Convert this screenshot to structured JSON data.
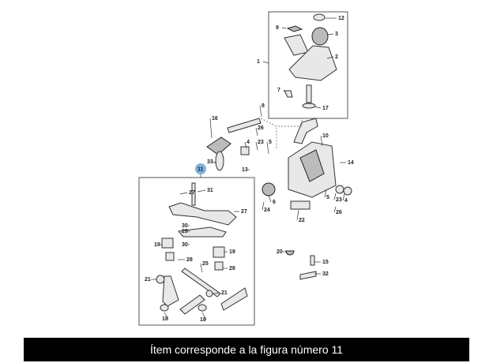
{
  "diagram": {
    "highlight_item": "11",
    "highlight_color": "#7fb2dc",
    "labels": [
      "12",
      "9",
      "3",
      "1",
      "2",
      "7",
      "17",
      "8",
      "16",
      "26",
      "4",
      "23",
      "5",
      "10",
      "13",
      "33",
      "14",
      "27",
      "31",
      "6",
      "24",
      "5",
      "23",
      "4",
      "26",
      "22",
      "27",
      "30",
      "29",
      "30",
      "19",
      "19",
      "20",
      "28",
      "25",
      "28",
      "15",
      "32",
      "21",
      "21",
      "18",
      "18"
    ]
  },
  "caption": "Ítem corresponde a la figura número 11"
}
